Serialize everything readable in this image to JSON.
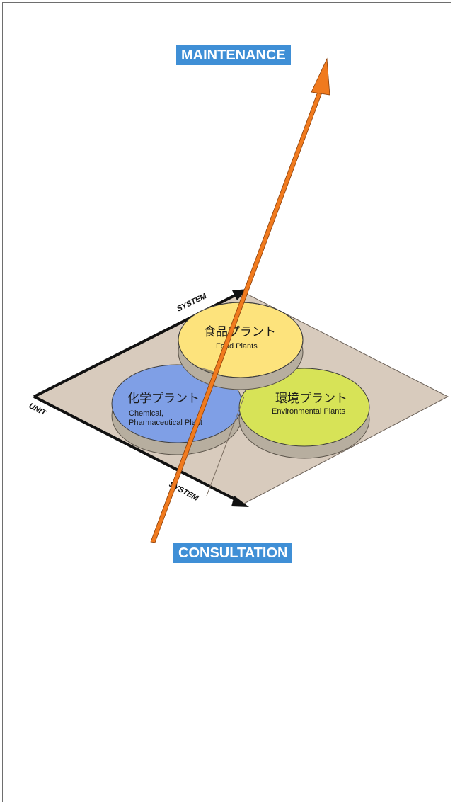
{
  "labels": {
    "top": "MAINTENANCE",
    "bottom": "CONSULTATION"
  },
  "axes": {
    "system_top": "SYSTEM",
    "system_bottom": "SYSTEM",
    "unit": "UNIT"
  },
  "plants": {
    "food": {
      "jp": "食品プラント",
      "en": "Food Plants"
    },
    "chemical": {
      "jp": "化学プラント",
      "en_line1": "Chemical,",
      "en_line2": "Pharmaceutical Plant"
    },
    "environmental": {
      "jp": "環境プラント",
      "en": "Environmental Plants"
    }
  },
  "colors": {
    "label_bg": "#3f8fd6",
    "plane": "#d8cbbd",
    "food": "#fde37c",
    "chemical": "#7f9fe6",
    "environmental": "#d7e357",
    "arrow": "#f07a1e"
  }
}
